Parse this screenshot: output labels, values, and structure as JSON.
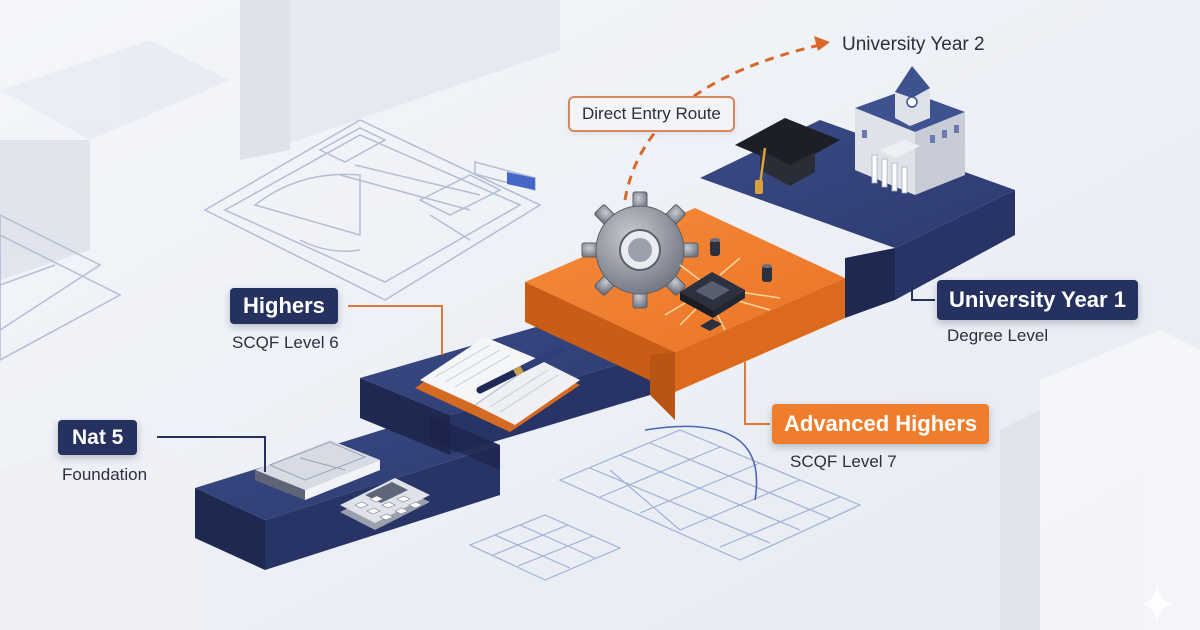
{
  "levels": [
    {
      "title": "Nat 5",
      "subtitle": "Foundation"
    },
    {
      "title": "Highers",
      "subtitle": "SCQF Level 6"
    },
    {
      "title": "Advanced Highers",
      "subtitle": "SCQF Level 7"
    },
    {
      "title": "University Year 1",
      "subtitle": "Degree Level"
    }
  ],
  "direct_entry_label": "Direct Entry Route",
  "destination_label": "University Year 2",
  "colors": {
    "navy": "#25315f",
    "orange": "#ef7d2c",
    "background": "#eef1f6"
  },
  "icons": [
    "book-icon",
    "calculator-icon",
    "notebook-icon",
    "pen-icon",
    "gear-icon",
    "microchip-icon",
    "graduation-cap-icon",
    "university-building-icon",
    "sparkle-icon"
  ]
}
